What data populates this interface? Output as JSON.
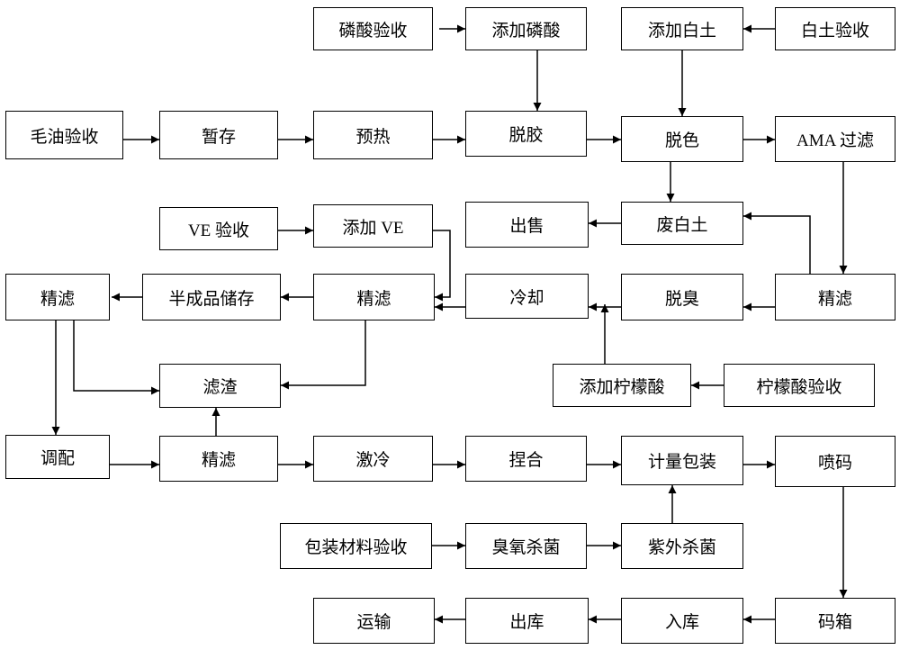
{
  "nodes": {
    "linsuan_yanshou": "磷酸验收",
    "tianjia_linsuan": "添加磷酸",
    "tianjia_baitu": "添加白土",
    "baitu_yanshou": "白土验收",
    "maoyou_yanshou": "毛油验收",
    "zancun": "暂存",
    "yure": "预热",
    "tuojiao": "脱胶",
    "tuose": "脱色",
    "ama_guolv": "AMA 过滤",
    "ve_yanshou": "VE 验收",
    "tianjia_ve": "添加 VE",
    "chushou": "出售",
    "fei_baitu": "废白土",
    "jinglv_a": "精滤",
    "banchengpin_chucun": "半成品储存",
    "jinglv_b": "精滤",
    "lengque": "冷却",
    "tuochou": "脱臭",
    "jinglv_c": "精滤",
    "lvzha": "滤渣",
    "tianjia_ningmengsuan": "添加柠檬酸",
    "ningmengsuan_yanshou": "柠檬酸验收",
    "tiaopei": "调配",
    "jinglv_d": "精滤",
    "jileng": "激冷",
    "niehe": "捏合",
    "jiliang_baozhuang": "计量包装",
    "penma": "喷码",
    "baozhuang_cailiao_yanshou": "包装材料验收",
    "chouyang_shajun": "臭氧杀菌",
    "ziwai_shajun": "紫外杀菌",
    "yunshu": "运输",
    "chuku": "出库",
    "ruku": "入库",
    "maxiang": "码箱"
  }
}
